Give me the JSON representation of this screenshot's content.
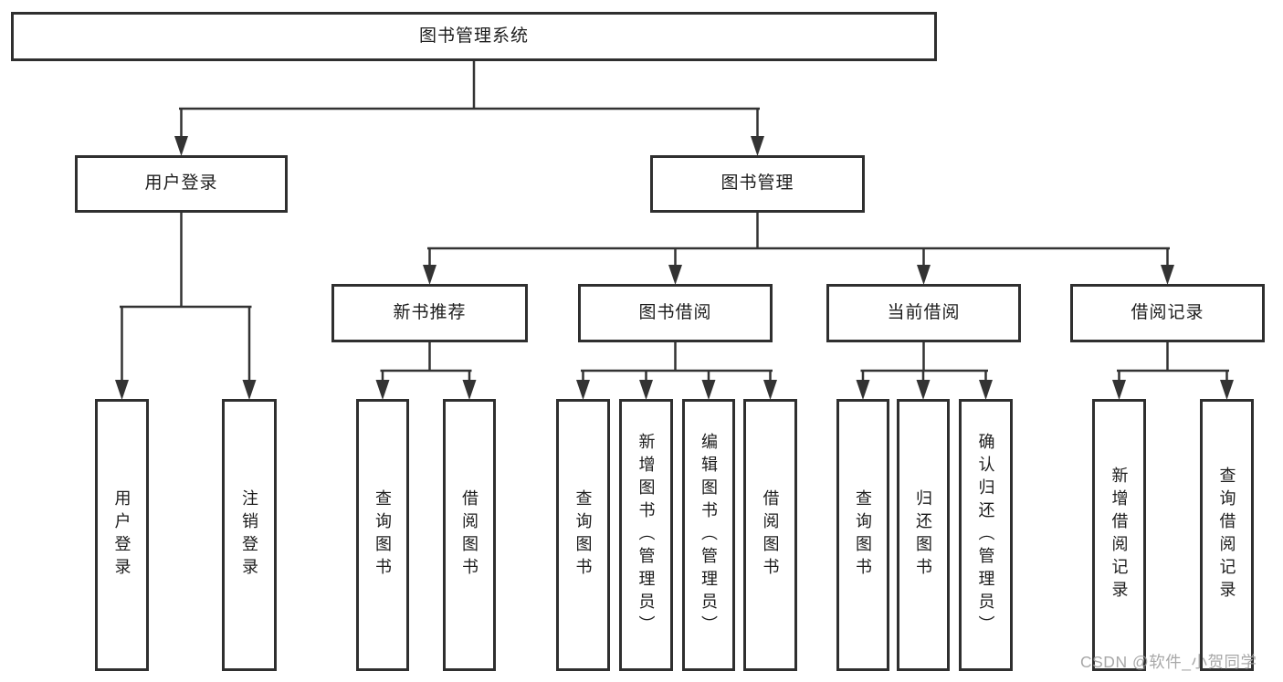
{
  "diagram": {
    "title": "图书管理系统",
    "root_id": "root",
    "nodes": [
      {
        "id": "root",
        "label": "图书管理系统",
        "children": [
          "user-login",
          "book-mgmt"
        ]
      },
      {
        "id": "user-login",
        "label": "用户登录",
        "children": [
          "leaf-user-login",
          "leaf-logout"
        ]
      },
      {
        "id": "book-mgmt",
        "label": "图书管理",
        "children": [
          "new-book-rec",
          "book-borrow",
          "current-borrow",
          "borrow-records"
        ]
      },
      {
        "id": "new-book-rec",
        "label": "新书推荐",
        "children": [
          "leaf-query-book-1",
          "leaf-borrow-book-1"
        ]
      },
      {
        "id": "book-borrow",
        "label": "图书借阅",
        "children": [
          "leaf-query-book-2",
          "leaf-add-book",
          "leaf-edit-book",
          "leaf-borrow-book-2"
        ]
      },
      {
        "id": "current-borrow",
        "label": "当前借阅",
        "children": [
          "leaf-query-book-3",
          "leaf-return-book",
          "leaf-confirm-return"
        ]
      },
      {
        "id": "borrow-records",
        "label": "借阅记录",
        "children": [
          "leaf-add-record",
          "leaf-query-record"
        ]
      },
      {
        "id": "leaf-user-login",
        "label": "用户登录",
        "children": []
      },
      {
        "id": "leaf-logout",
        "label": "注销登录",
        "children": []
      },
      {
        "id": "leaf-query-book-1",
        "label": "查询图书",
        "children": []
      },
      {
        "id": "leaf-borrow-book-1",
        "label": "借阅图书",
        "children": []
      },
      {
        "id": "leaf-query-book-2",
        "label": "查询图书",
        "children": []
      },
      {
        "id": "leaf-add-book",
        "label": "新增图书（管理员）",
        "children": []
      },
      {
        "id": "leaf-edit-book",
        "label": "编辑图书（管理员）",
        "children": []
      },
      {
        "id": "leaf-borrow-book-2",
        "label": "借阅图书",
        "children": []
      },
      {
        "id": "leaf-query-book-3",
        "label": "查询图书",
        "children": []
      },
      {
        "id": "leaf-return-book",
        "label": "归还图书",
        "children": []
      },
      {
        "id": "leaf-confirm-return",
        "label": "确认归还（管理员）",
        "children": []
      },
      {
        "id": "leaf-add-record",
        "label": "新增借阅记录",
        "children": []
      },
      {
        "id": "leaf-query-record",
        "label": "查询借阅记录",
        "children": []
      }
    ],
    "colors": {
      "line": "#333333",
      "box_border": "#2f2f2f",
      "text": "#1c1c1c",
      "background": "#ffffff",
      "watermark": "#9f9f9f"
    }
  },
  "watermark": {
    "text": "CSDN @软件_小贺同学"
  }
}
